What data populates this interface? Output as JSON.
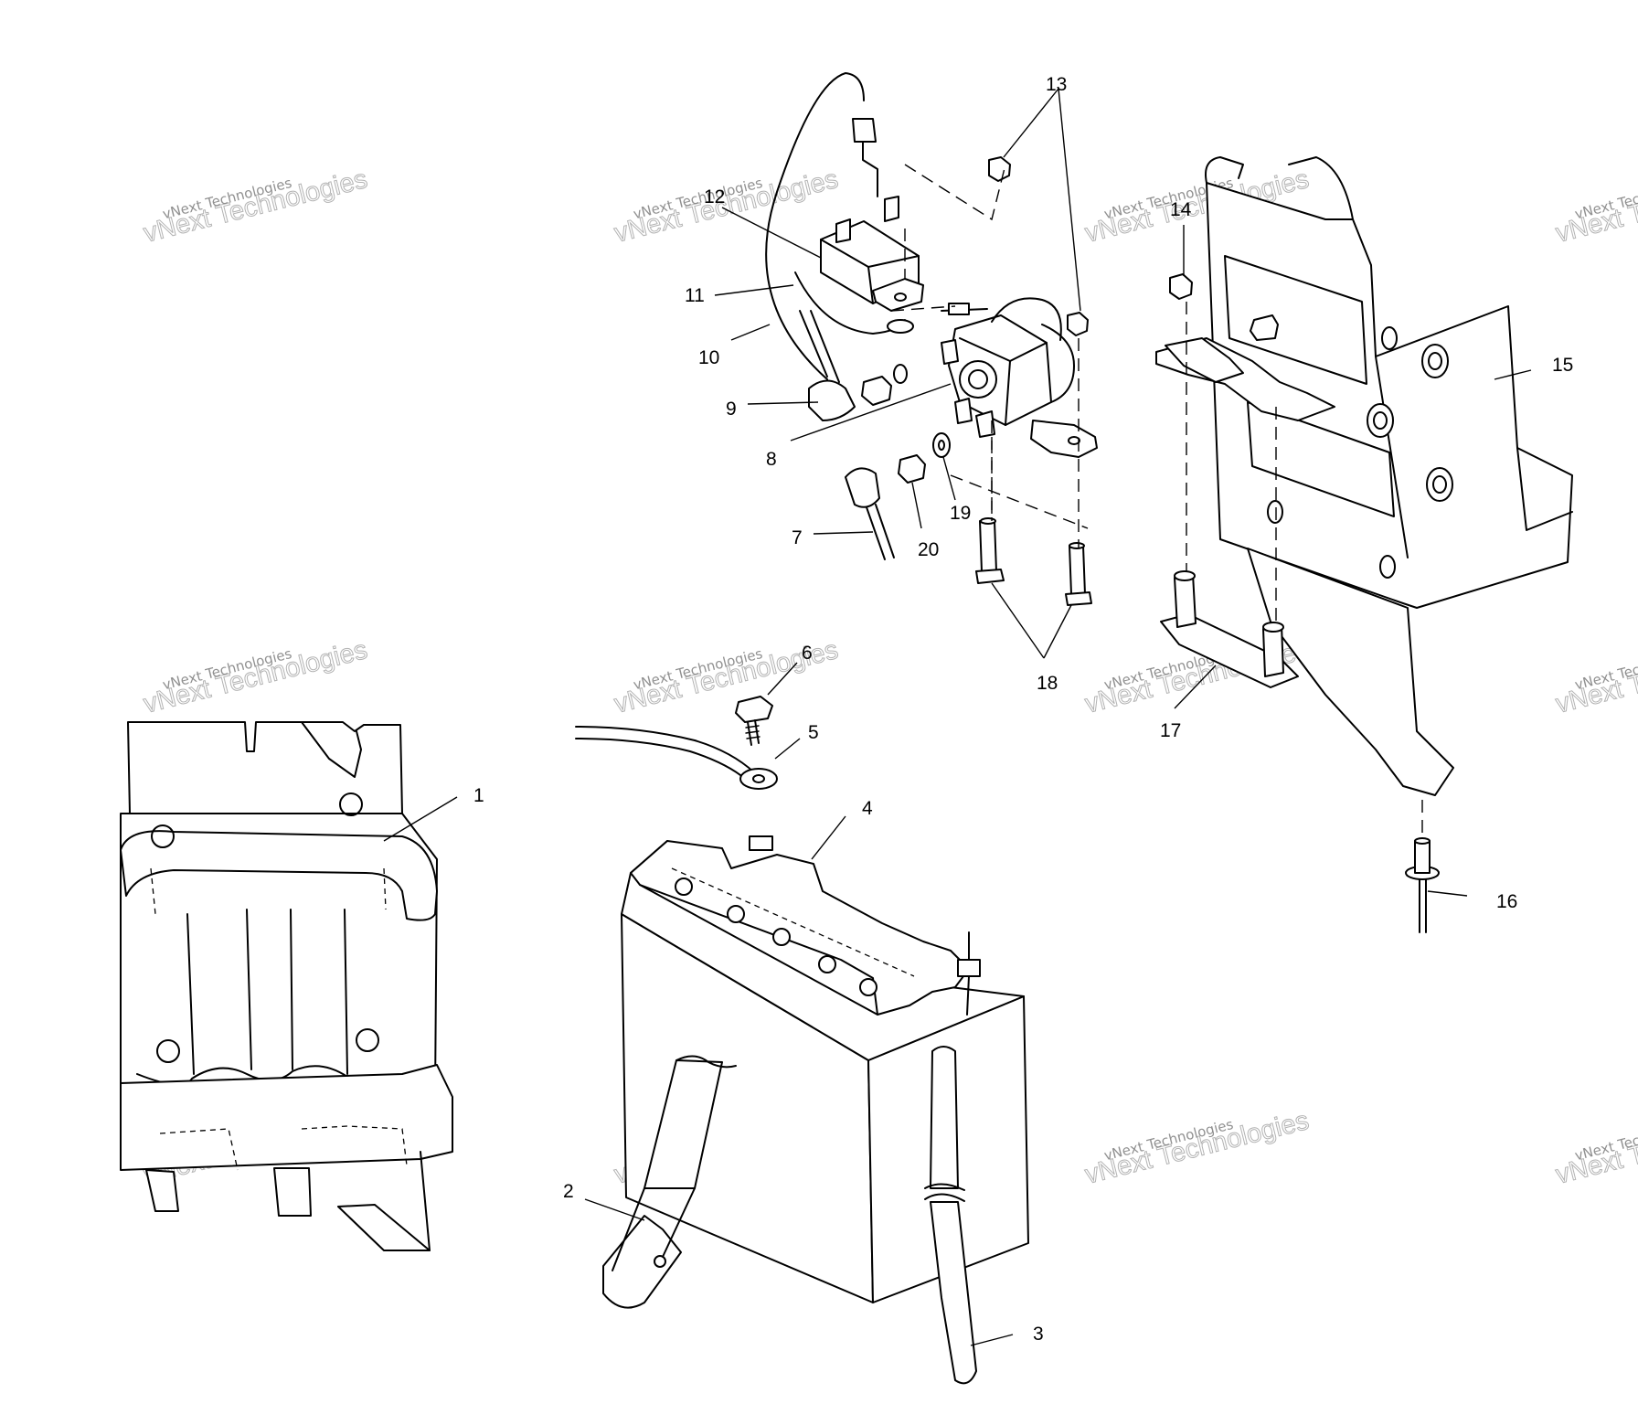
{
  "watermark": {
    "small_text": "vNext Technologies",
    "big_text": "vNext Technologies"
  },
  "callouts": {
    "c1": "1",
    "c2": "2",
    "c3": "3",
    "c4": "4",
    "c5": "5",
    "c6": "6",
    "c7": "7",
    "c8": "8",
    "c9": "9",
    "c10": "10",
    "c11": "11",
    "c12": "12",
    "c13": "13",
    "c14": "14",
    "c15": "15",
    "c16": "16",
    "c17": "17",
    "c18": "18",
    "c19": "19",
    "c20": "20"
  }
}
